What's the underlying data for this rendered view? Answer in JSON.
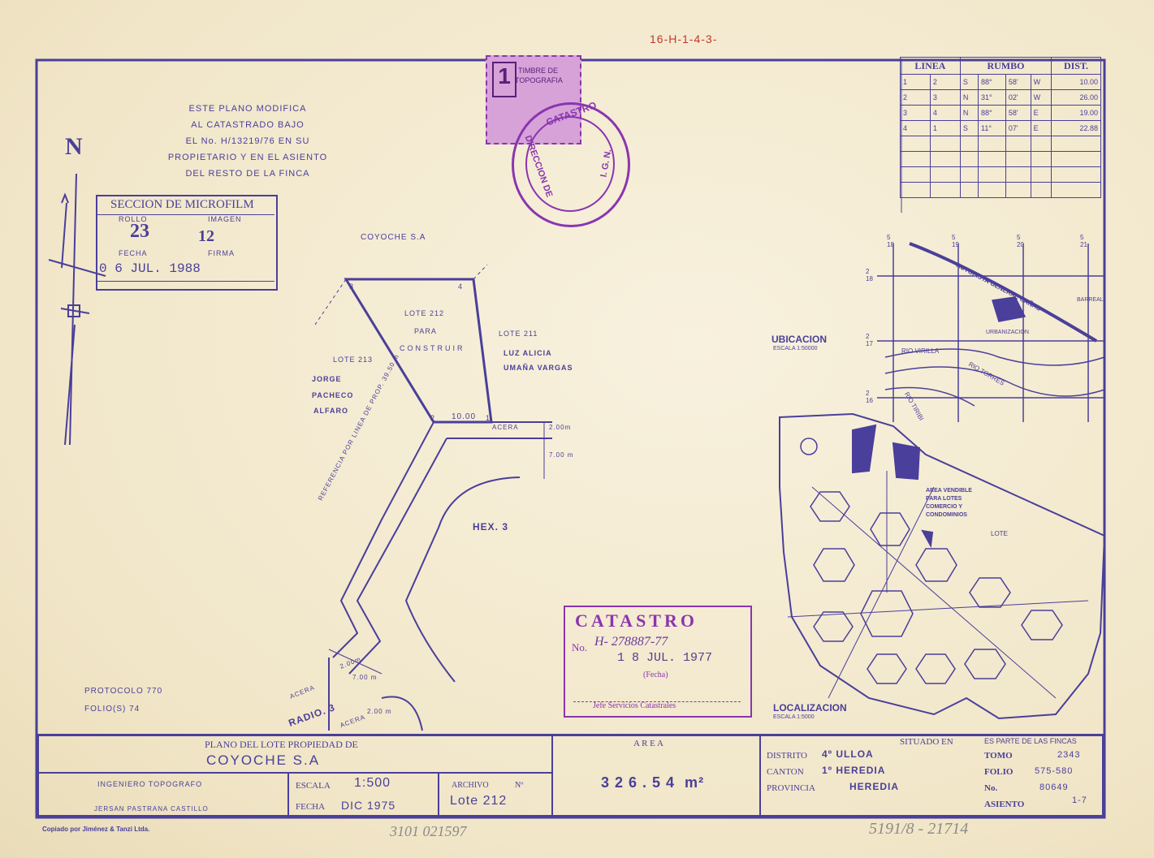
{
  "header": {
    "top_code": "16-H-1-4-3-"
  },
  "note": {
    "line1": "ESTE PLANO MODIFICA",
    "line2": "AL CATASTRADO BAJO",
    "line3": "EL No. H/13219/76 EN SU",
    "line4": "PROPIETARIO Y EN EL ASIENTO",
    "line5": "DEL RESTO DE LA FINCA"
  },
  "north_label": "N",
  "microfilm": {
    "title": "SECCION DE MICROFILM",
    "rollo_label": "ROLLO",
    "rollo_value": "23",
    "imagen_label": "IMAGEN",
    "imagen_value": "12",
    "fecha_label": "FECHA",
    "fecha_value": "0 6 JUL. 1988",
    "firma_label": "FIRMA"
  },
  "timbre": {
    "number": "1",
    "label1": "TIMBRE DE",
    "label2": "TOPOGRAFIA"
  },
  "seal": {
    "ring_top": "CATASTRO",
    "ring_left": "DIRECCION DE",
    "ring_right": "I. G. N."
  },
  "rumbo_table": {
    "headers": [
      "LINEA",
      "RUMBO",
      "DIST."
    ],
    "rows": [
      [
        "1",
        "2",
        "S",
        "88°",
        "58'",
        "W",
        "10.00"
      ],
      [
        "2",
        "3",
        "N",
        "31°",
        "02'",
        "W",
        "26.00"
      ],
      [
        "3",
        "4",
        "N",
        "88°",
        "58'",
        "E",
        "19.00"
      ],
      [
        "4",
        "1",
        "S",
        "11°",
        "07'",
        "E",
        "22.88"
      ]
    ]
  },
  "plan": {
    "owner_top": "COYOCHE S.A",
    "lote212_l1": "LOTE 212",
    "lote212_l2": "PARA",
    "lote212_l3": "CONSTRUIR",
    "lote211": "LOTE 211",
    "lote211_owner1": "LUZ ALICIA",
    "lote211_owner2": "UMAÑA VARGAS",
    "lote213": "LOTE 213",
    "lote213_owner1": "JORGE",
    "lote213_owner2": "PACHECO",
    "lote213_owner3": "ALFARO",
    "vertex1": "1",
    "vertex2": "2",
    "vertex3": "3",
    "vertex4": "4",
    "side_dist": "10.00",
    "acera1": "ACERA",
    "acera1_w": "2.00m",
    "street_w": "7.00 m",
    "ref_line": "REFERENCIA POR LINEA DE PROP. 39.50 m",
    "hex": "HEX. 3",
    "acera2": "ACERA",
    "acera2_w": "2.00m",
    "street2_w": "7.00 m",
    "radio": "RADIO. 3",
    "acera3": "ACERA",
    "acera3_w": "2.00 m"
  },
  "ubicacion": {
    "title": "UBICACION",
    "scale": "ESCALA 1:50000",
    "grid_top": [
      "5 18",
      "5 19",
      "5 20",
      "5 21"
    ],
    "grid_left": [
      "2 18",
      "2 17",
      "2 16"
    ],
    "road": "AUTOPISTA GENERAL CAÑAS",
    "barreal": "BARREAL",
    "urbanizacion": "URBANIZACION",
    "rio1": "RIO VIRILLA",
    "rio2": "RIO TORRES",
    "rio3": "RIO TIRIBI"
  },
  "localizacion": {
    "title": "LOCALIZACION",
    "scale": "ESCALA 1:5000",
    "area_l1": "AREA VENDIBLE",
    "area_l2": "PARA LOTES",
    "area_l3": "COMERCIO Y",
    "area_l4": "CONDOMINIOS",
    "lote": "LOTE"
  },
  "protocolo": {
    "protocolo": "PROTOCOLO 770",
    "folio": "FOLIO(S) 74"
  },
  "catastro_stamp": {
    "title": "CATASTRO",
    "no_label": "No.",
    "no_value": "H- 278887-77",
    "date": "1 8 JUL. 1977",
    "fecha": "(Fecha)",
    "jefe": "Jefe Servicios Catastrales"
  },
  "titleblock": {
    "plano_label": "PLANO DEL LOTE PROPIEDAD DE",
    "owner": "COYOCHE S.A",
    "ingeniero_label": "INGENIERO TOPOGRAFO",
    "ingeniero_name": "JERSAN PASTRANA CASTILLO",
    "escala_label": "ESCALA",
    "escala_value": "1:500",
    "fecha_label": "FECHA",
    "fecha_value": "DIC 1975",
    "archivo_label": "ARCHIVO",
    "archivo_no": "Nº",
    "archivo_value": "Lote 212",
    "area_label": "A R E A",
    "area_value": "3 2 6 . 5 4  m²",
    "situado_label": "SITUADO EN",
    "distrito_label": "DISTRITO",
    "distrito_value": "4º ULLOA",
    "canton_label": "CANTON",
    "canton_value": "1º HEREDIA",
    "provincia_label": "PROVINCIA",
    "provincia_value": "HEREDIA",
    "fincas_label": "ES PARTE DE LAS FINCAS",
    "tomo_label": "TOMO",
    "tomo_value": "2343",
    "folio_label": "FOLIO",
    "folio_value": "575-580",
    "no_label": "No.",
    "no_value": "80649",
    "asiento_label": "ASIENTO",
    "asiento_value": "1-7"
  },
  "footer": {
    "copiado": "Copiado por Jiménez & Tanzi Ltda.",
    "hand1": "3101 021597",
    "hand2": "5191/8 - 21714"
  }
}
